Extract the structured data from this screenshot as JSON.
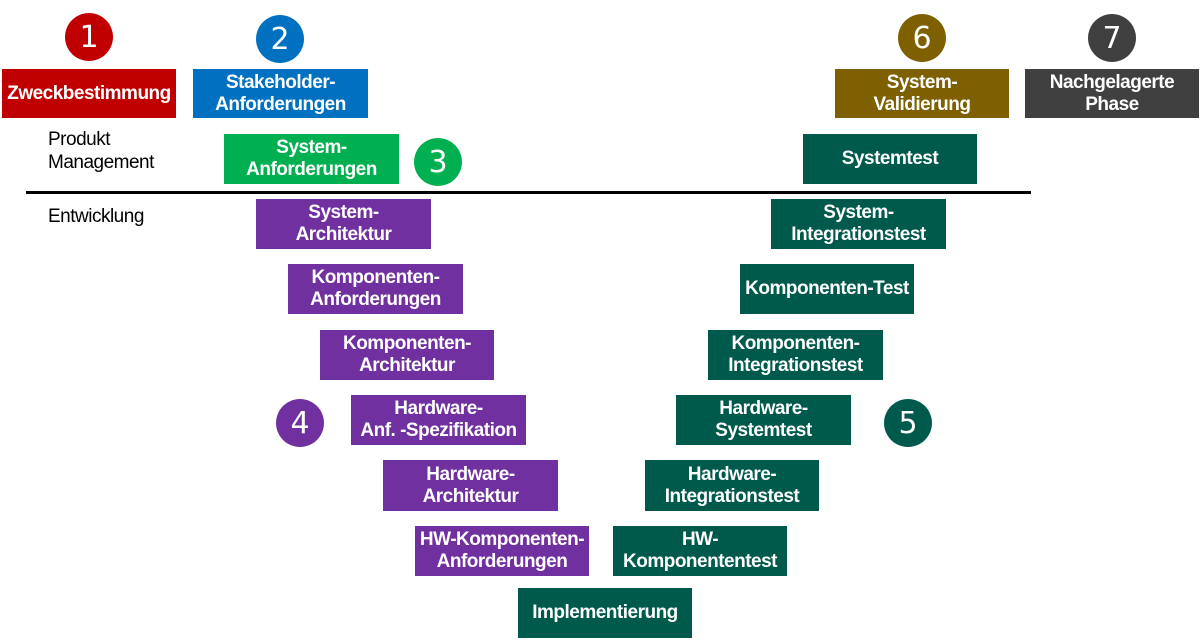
{
  "colors": {
    "purpose": "#c00000",
    "stakeholder": "#0070c0",
    "system_requirements": "#00b050",
    "development_left": "#7030a0",
    "testing_right": "#005a4c",
    "validation": "#7f6000",
    "post_phase": "#404040"
  },
  "phase_numbers": [
    "1",
    "2",
    "3",
    "4",
    "5",
    "6",
    "7"
  ],
  "area_labels": {
    "product_management": "Produkt\nManagement",
    "development": "Entwicklung"
  },
  "boxes": {
    "purpose": "Zweckbestimmung",
    "stakeholder_requirements": "Stakeholder-\nAnforderungen",
    "system_requirements": "System-\nAnforderungen",
    "system_architecture": "System-\nArchitektur",
    "component_requirements": "Komponenten-\nAnforderungen",
    "component_architecture": "Komponenten-\nArchitektur",
    "hardware_spec": "Hardware-\nAnf. -Spezifikation",
    "hardware_architecture": "Hardware-\nArchitektur",
    "hw_component_requirements": "HW-Komponenten-\nAnforderungen",
    "implementation": "Implementierung",
    "hw_component_test": "HW-\nKomponententest",
    "hardware_integration_test": "Hardware-\nIntegrationstest",
    "hardware_system_test": "Hardware-\nSystemtest",
    "component_integration_test": "Komponenten-\nIntegrationstest",
    "component_test": "Komponenten-Test",
    "system_integration_test": "System-\nIntegrationstest",
    "system_test": "Systemtest",
    "system_validation": "System-\nValidierung",
    "post_phase": "Nachgelagerte\nPhase"
  }
}
